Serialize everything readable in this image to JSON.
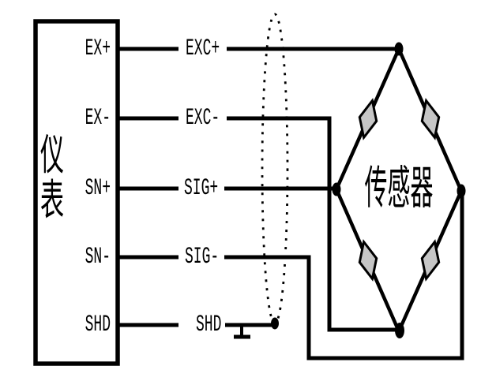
{
  "diagram": {
    "instrument": {
      "label": "仪表",
      "terminals": [
        "EX+",
        "EX-",
        "SN+",
        "SN-",
        "SHD"
      ]
    },
    "cable": {
      "labels": [
        "EXC+",
        "EXC-",
        "SIG+",
        "SIG-",
        "SHD"
      ]
    },
    "sensor": {
      "label": "传感器"
    },
    "colors": {
      "line": "#000000",
      "resistor_fill": "#c6c6c6",
      "background": "#ffffff"
    }
  }
}
